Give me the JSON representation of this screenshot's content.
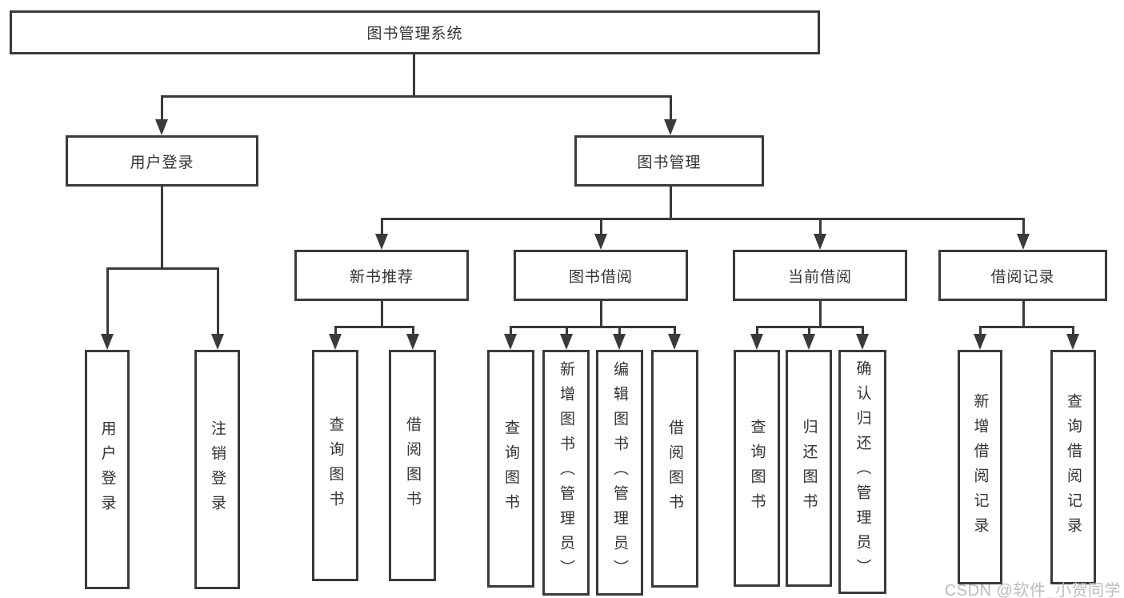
{
  "title": {
    "label": "图书管理系统"
  },
  "level2": {
    "user_login": {
      "label": "用户登录"
    },
    "book_management": {
      "label": "图书管理"
    }
  },
  "level3": {
    "new_book_recommend": {
      "label": "新书推荐"
    },
    "book_borrow": {
      "label": "图书借阅"
    },
    "current_borrow": {
      "label": "当前借阅"
    },
    "borrow_record": {
      "label": "借阅记录"
    }
  },
  "leaves": {
    "user_login": {
      "label": "用户登录"
    },
    "logout_login": {
      "label": "注销登录"
    },
    "recommend_query_book": {
      "label": "查询图书"
    },
    "recommend_borrow_book": {
      "label": "借阅图书"
    },
    "borrow_query_book": {
      "label": "查询图书"
    },
    "add_book_admin": {
      "label": "新增图书（管理员）"
    },
    "edit_book_admin": {
      "label": "编辑图书（管理员）"
    },
    "borrow_borrow_book": {
      "label": "借阅图书"
    },
    "current_query_book": {
      "label": "查询图书"
    },
    "return_book": {
      "label": "归还图书"
    },
    "confirm_return_admin": {
      "label": "确认归还（管理员）"
    },
    "add_borrow_record": {
      "label": "新增借阅记录"
    },
    "query_borrow_record": {
      "label": "查询借阅记录"
    }
  },
  "watermark": {
    "text": "CSDN @软件_小贺同学"
  },
  "colors": {
    "line": "#3a3a3a",
    "text": "#333333",
    "watermark": "#bcbcbc",
    "background": "#ffffff"
  }
}
